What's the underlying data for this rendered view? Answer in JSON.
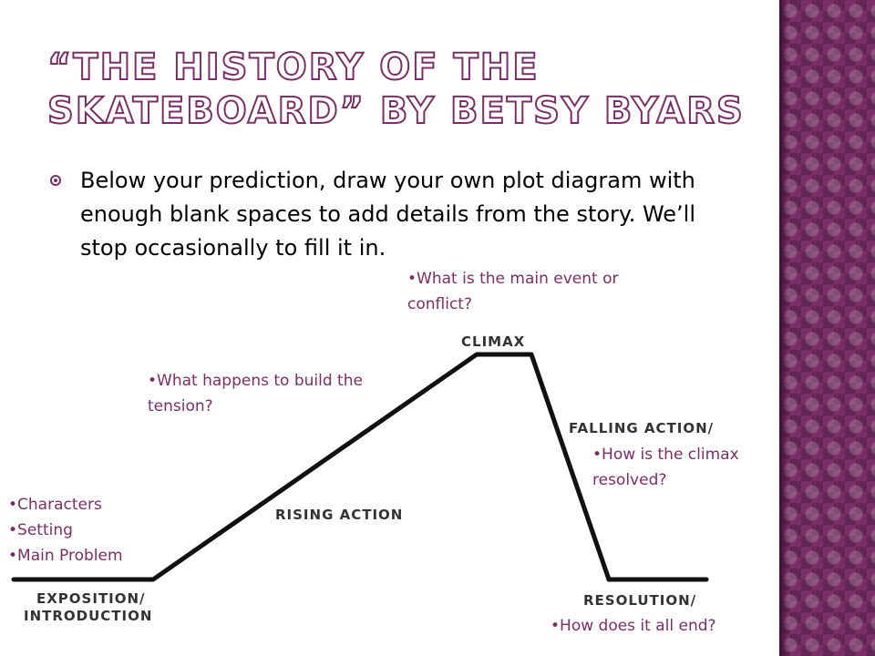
{
  "slide": {
    "title_lines": [
      "“The History of the",
      "Skateboard” by Betsy Byars"
    ],
    "bullet": "Below your prediction, draw your own plot diagram with enough blank spaces to add details from the story. We’ll stop occasionally to fill it in."
  },
  "diagram": {
    "stages": {
      "climax": "CLIMAX",
      "rising": "RISING ACTION",
      "falling": "FALLING ACTION/",
      "exposition_1": "EXPOSITION/",
      "exposition_2": "INTRODUCTION",
      "resolution": "RESOLUTION/"
    },
    "notes": {
      "climax": [
        "What is the main event or conflict?"
      ],
      "rising": [
        "What happens to build the tension?"
      ],
      "falling": [
        "How is the climax resolved?"
      ],
      "exposition": [
        "Characters",
        "Setting",
        "Main Problem"
      ],
      "resolution": [
        "How does it all end?"
      ]
    }
  },
  "colors": {
    "accent": "#7a2e66",
    "text": "#000000"
  }
}
